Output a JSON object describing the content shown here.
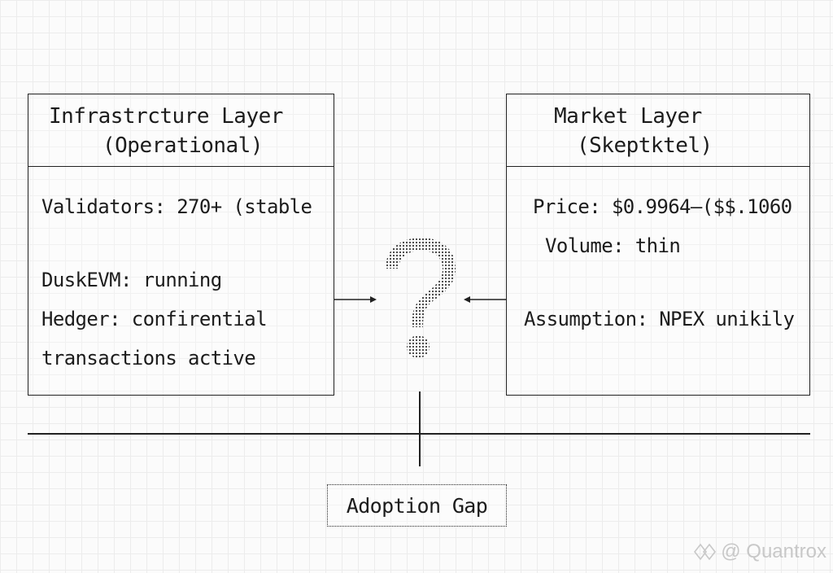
{
  "infrastructure_layer": {
    "title_line1": "Infrastrcture Layer",
    "title_line2": "(Operational)",
    "lines": [
      "Validators: 270+ (stable",
      "DuskEVM: running",
      "Hedger: confirential",
      "transactions active"
    ]
  },
  "market_layer": {
    "title_line1": "Market Layer",
    "title_line2": "(Skeptktel)",
    "lines": [
      "Price: $0.9964–($$.1060",
      "Volume: thin",
      "Assumption: NPEX unikily"
    ]
  },
  "center_symbol": "?",
  "adoption_gap_label": "Adoption Gap",
  "watermark": {
    "text": "@ Quantrox",
    "icon": "diamond-logo-icon"
  }
}
